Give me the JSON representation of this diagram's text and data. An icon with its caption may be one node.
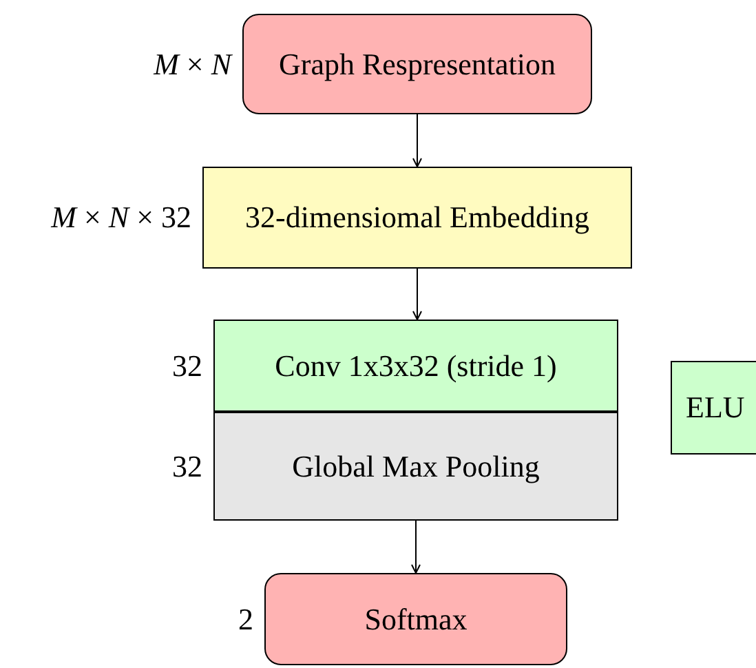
{
  "diagram": {
    "nodes": [
      {
        "text": [
          "Graph Respresentation"
        ],
        "beside": [
          "*M* × *N*"
        ]
      },
      {
        "text": [
          "32-dimensiomal Embedding"
        ],
        "beside": [
          "*M* × *N* × 32"
        ]
      },
      {
        "text": [
          "Conv 1x3x32 (stride 1)"
        ],
        "beside": [
          "32"
        ]
      },
      {
        "text": [
          "Global Max Pooling"
        ],
        "beside": [
          "32"
        ]
      },
      {
        "text": [
          "ELU"
        ]
      },
      {
        "text": [
          "Softmax"
        ],
        "beside": [
          "2"
        ]
      }
    ],
    "edges": [
      {
        "from": 0,
        "to": 1,
        "arrow": "to"
      },
      {
        "from": 1,
        "to": 2,
        "arrow": "to"
      },
      {
        "from": 3,
        "to": 5,
        "arrow": "to"
      }
    ]
  }
}
